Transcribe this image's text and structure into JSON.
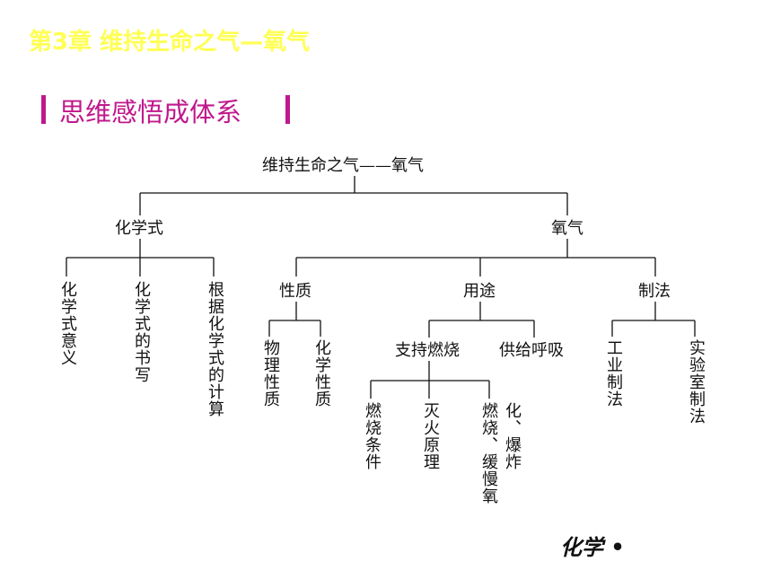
{
  "header": {
    "chapter_title": "第3章  维持生命之气—氧气",
    "section_title": "思维感悟成体系"
  },
  "diagram": {
    "root": "维持生命之气——氧气",
    "formula": "化学式",
    "oxygen": "氧气",
    "formula_meaning": "化学式意义",
    "formula_writing": "化学式的书写",
    "formula_calc": "根据化学式的计算",
    "properties": "性质",
    "uses": "用途",
    "preparation": "制法",
    "physical": "物理性质",
    "chemical": "化学性质",
    "combustion_support": "支持燃烧",
    "breathing": "供给呼吸",
    "industrial": "工业制法",
    "laboratory": "实验室制法",
    "burn_conditions": "燃烧条件",
    "extinguish": "灭火原理",
    "slow_ox_col1": "燃烧、缓慢氧",
    "slow_ox_col2": "化、爆炸"
  },
  "footer": {
    "text": "化学 •"
  }
}
